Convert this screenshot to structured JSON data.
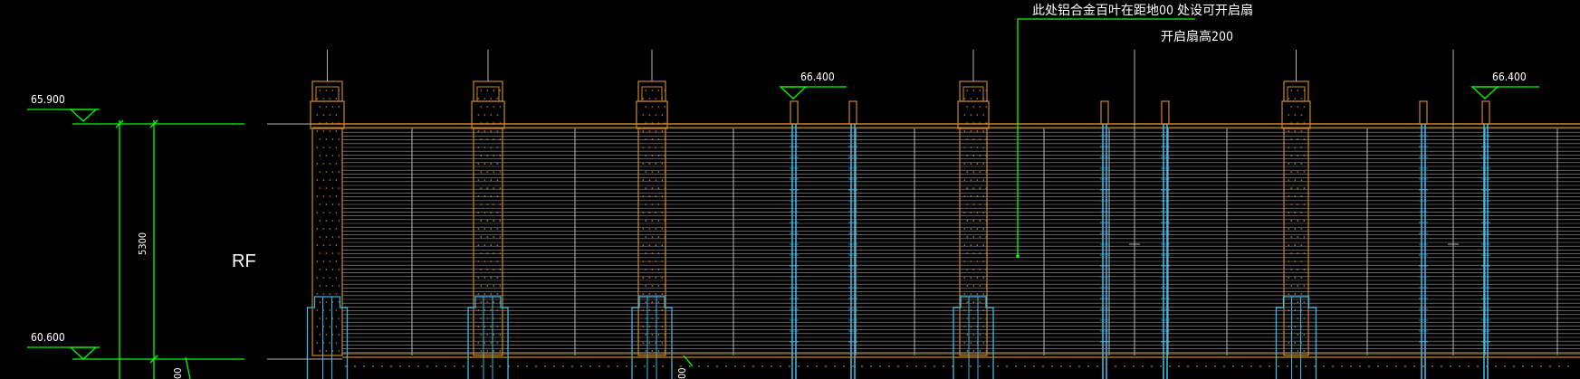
{
  "drawing": {
    "annotations": {
      "note_line1": "此处铝合金百叶在距地00  处设可开启扇",
      "note_line2": "开启扇高200"
    },
    "elevations": {
      "left_top": "65.900",
      "left_bottom": "60.600",
      "right_a": "66.400",
      "right_b": "66.400"
    },
    "dimensions": {
      "height": "5300",
      "bottom_left": "00",
      "bottom_mid": "00"
    },
    "floor_label": "RF"
  },
  "colors": {
    "background": "#000000",
    "green": "#00ff00",
    "orange": "#c8862a",
    "cyan": "#36b6e8",
    "grey": "#b4b4b4",
    "white": "#ffffff"
  }
}
